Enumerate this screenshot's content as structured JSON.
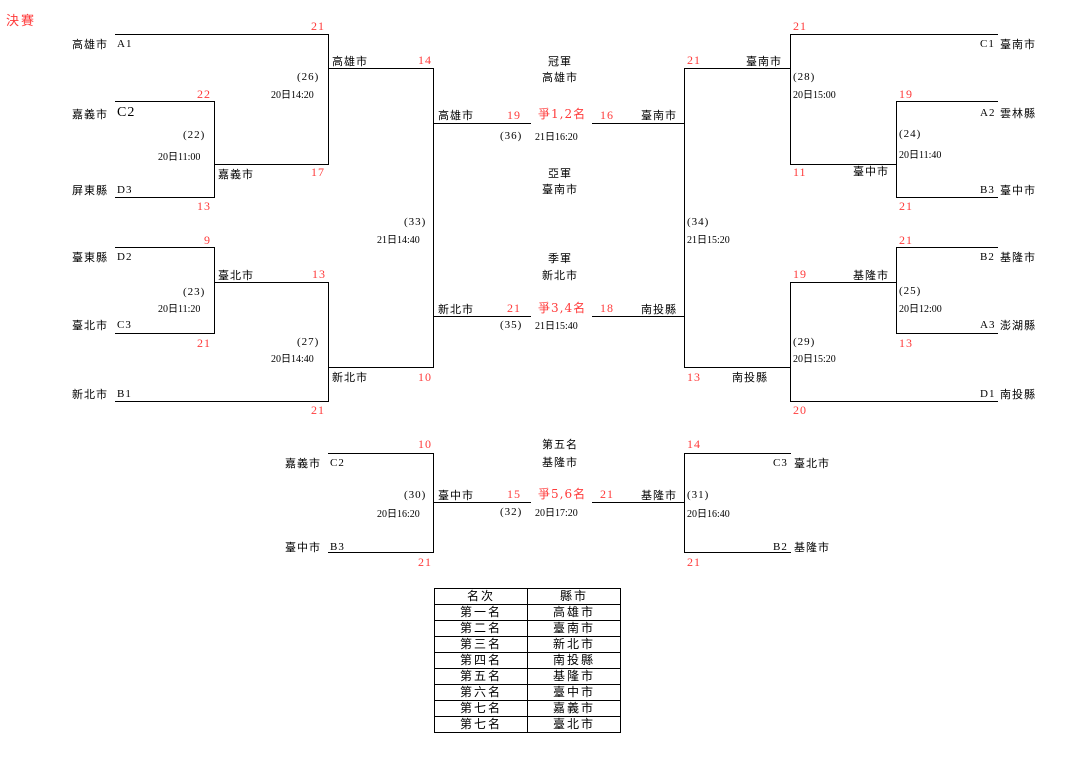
{
  "title": "決賽",
  "seeds": {
    "left": [
      {
        "team": "高雄市",
        "seed": "A1"
      },
      {
        "team": "嘉義市",
        "seed": "C2"
      },
      {
        "team": "屏東縣",
        "seed": "D3"
      },
      {
        "team": "臺東縣",
        "seed": "D2"
      },
      {
        "team": "臺北市",
        "seed": "C3"
      },
      {
        "team": "新北市",
        "seed": "B1"
      }
    ],
    "right": [
      {
        "team": "臺南市",
        "seed": "C1"
      },
      {
        "team": "雲林縣",
        "seed": "A2"
      },
      {
        "team": "臺中市",
        "seed": "B3"
      },
      {
        "team": "基隆市",
        "seed": "B2"
      },
      {
        "team": "澎湖縣",
        "seed": "A3"
      },
      {
        "team": "南投縣",
        "seed": "D1"
      }
    ],
    "fifth_left": [
      {
        "team": "嘉義市",
        "seed": "C2"
      },
      {
        "team": "臺中市",
        "seed": "B3"
      }
    ],
    "fifth_right": [
      {
        "team": "臺北市",
        "seed": "C3"
      },
      {
        "team": "基隆市",
        "seed": "B2"
      }
    ]
  },
  "matches": {
    "m22": {
      "no": "(22)",
      "time": "20日11:00",
      "score_top": "22",
      "score_bottom": "13",
      "winner": "嘉義市"
    },
    "m26": {
      "no": "(26)",
      "time": "20日14:20",
      "score_top": "21",
      "score_bottom": "17",
      "winner": "高雄市"
    },
    "m23": {
      "no": "(23)",
      "time": "20日11:20",
      "score_top": "9",
      "score_bottom": "21",
      "winner": "臺北市"
    },
    "m27": {
      "no": "(27)",
      "time": "20日14:40",
      "score_top": "13",
      "score_bottom": "21",
      "winner": "新北市"
    },
    "m33": {
      "no": "(33)",
      "time": "21日14:40",
      "score_top": "14",
      "score_bottom": "10",
      "winner": "高雄市",
      "loser": "新北市"
    },
    "m24": {
      "no": "(24)",
      "time": "20日11:40",
      "score_top": "19",
      "score_bottom": "21",
      "winner": "臺中市"
    },
    "m28": {
      "no": "(28)",
      "time": "20日15:00",
      "score_top": "21",
      "score_bottom": "11",
      "winner": "臺南市"
    },
    "m25": {
      "no": "(25)",
      "time": "20日12:00",
      "score_top": "21",
      "score_bottom": "13",
      "winner": "基隆市"
    },
    "m29": {
      "no": "(29)",
      "time": "20日15:20",
      "score_top": "19",
      "score_bottom": "20",
      "winner": "南投縣"
    },
    "m34": {
      "no": "(34)",
      "time": "21日15:20",
      "score_top": "21",
      "score_bottom": "13",
      "winner": "臺南市",
      "loser": "南投縣"
    },
    "m36": {
      "no": "(36)",
      "time": "21日16:20",
      "label": "爭1,2名",
      "score_left": "19",
      "score_right": "16",
      "left_team": "高雄市",
      "right_team": "臺南市"
    },
    "m35": {
      "no": "(35)",
      "time": "21日15:40",
      "label": "爭3,4名",
      "score_left": "21",
      "score_right": "18",
      "left_team": "新北市",
      "right_team": "南投縣"
    },
    "m30": {
      "no": "(30)",
      "time": "20日16:20",
      "score_top": "10",
      "score_bottom": "21",
      "winner": "臺中市"
    },
    "m31": {
      "no": "(31)",
      "time": "20日16:40",
      "score_top": "14",
      "score_bottom": "21",
      "winner": "基隆市"
    },
    "m32": {
      "no": "(32)",
      "time": "20日17:20",
      "label": "爭5,6名",
      "score_left": "15",
      "score_right": "21",
      "left_team": "臺中市",
      "right_team": "基隆市"
    }
  },
  "results": {
    "champion": {
      "label": "冠軍",
      "team": "高雄市"
    },
    "runner_up": {
      "label": "亞軍",
      "team": "臺南市"
    },
    "third": {
      "label": "季軍",
      "team": "新北市"
    },
    "fifth": {
      "label": "第五名",
      "team": "基隆市"
    }
  },
  "ranking_table": {
    "headers": [
      "名次",
      "縣市"
    ],
    "rows": [
      [
        "第一名",
        "高雄市"
      ],
      [
        "第二名",
        "臺南市"
      ],
      [
        "第三名",
        "新北市"
      ],
      [
        "第四名",
        "南投縣"
      ],
      [
        "第五名",
        "基隆市"
      ],
      [
        "第六名",
        "臺中市"
      ],
      [
        "第七名",
        "嘉義市"
      ],
      [
        "第七名",
        "臺北市"
      ]
    ]
  }
}
